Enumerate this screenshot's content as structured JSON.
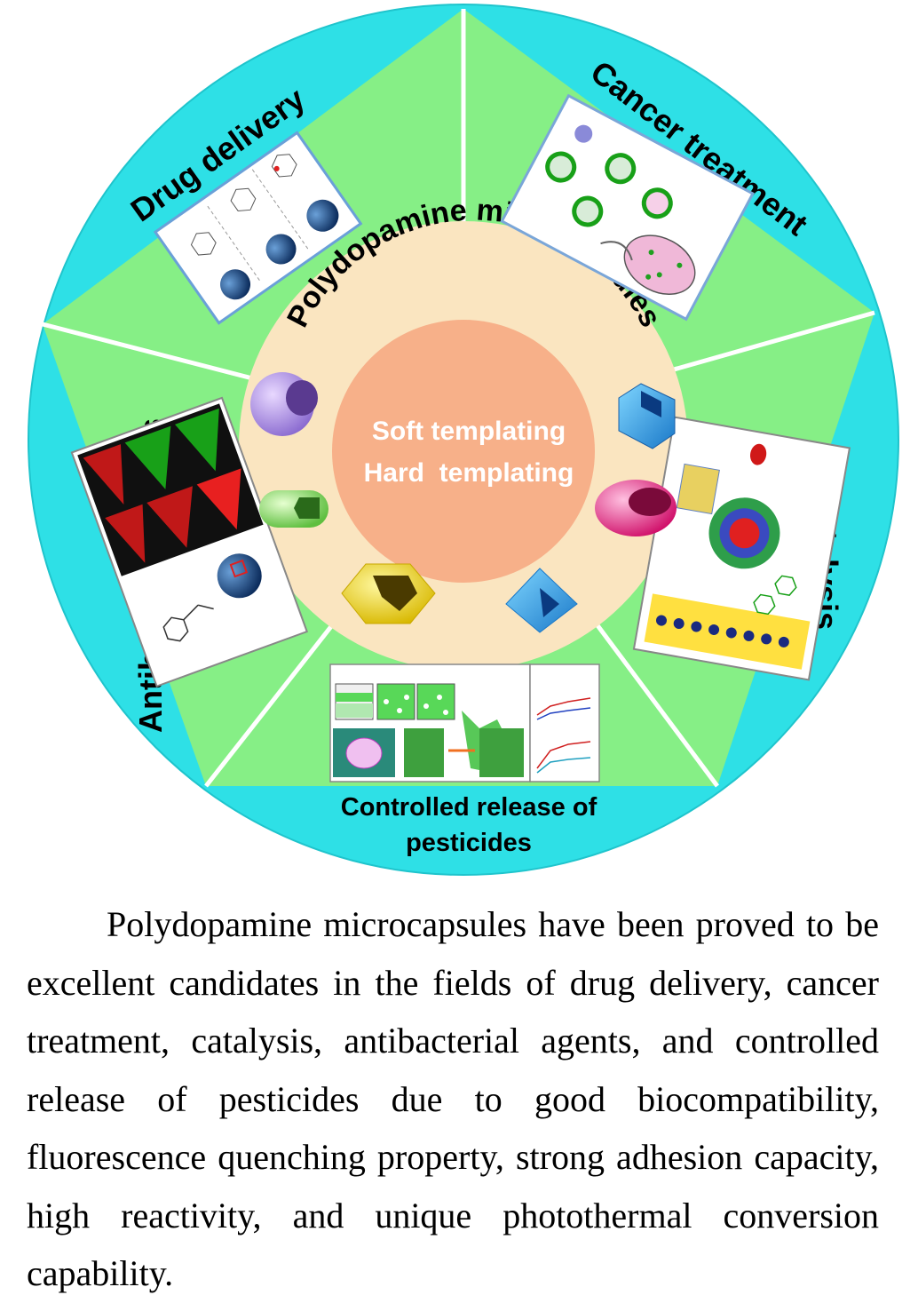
{
  "diagram": {
    "center_lines": [
      "Soft templating",
      "Hard  templating"
    ],
    "ring_label": "Polydopamine microcapsules",
    "sectors": {
      "drug_delivery": "Drug delivery",
      "cancer_treatment": "Cancer treatment",
      "catalysis": "Catalysis",
      "pesticides_line1": "Controlled release of",
      "pesticides_line2": "pesticides",
      "antibacterial": "Antibacterial  agents"
    },
    "colors": {
      "outer_ring": "#2ee0e6",
      "pentagon": "#86ef86",
      "inner_ring": "#fae5c0",
      "core": "#f7b089"
    },
    "capsule_shapes": [
      "purple-sphere-capsule",
      "green-rod-capsule",
      "yellow-polyhedron-capsule",
      "blue-octahedron-capsule",
      "pink-bowl-capsule",
      "blue-cube-capsule"
    ]
  },
  "caption": "Polydopamine microcapsules have been proved to be excellent candidates in the fields of drug delivery, cancer treatment, catalysis, antibacterial agents, and controlled release of pesticides due to good biocompatibility, fluorescence quenching property, strong adhesion capacity, high reactivity, and unique photothermal conversion capability."
}
